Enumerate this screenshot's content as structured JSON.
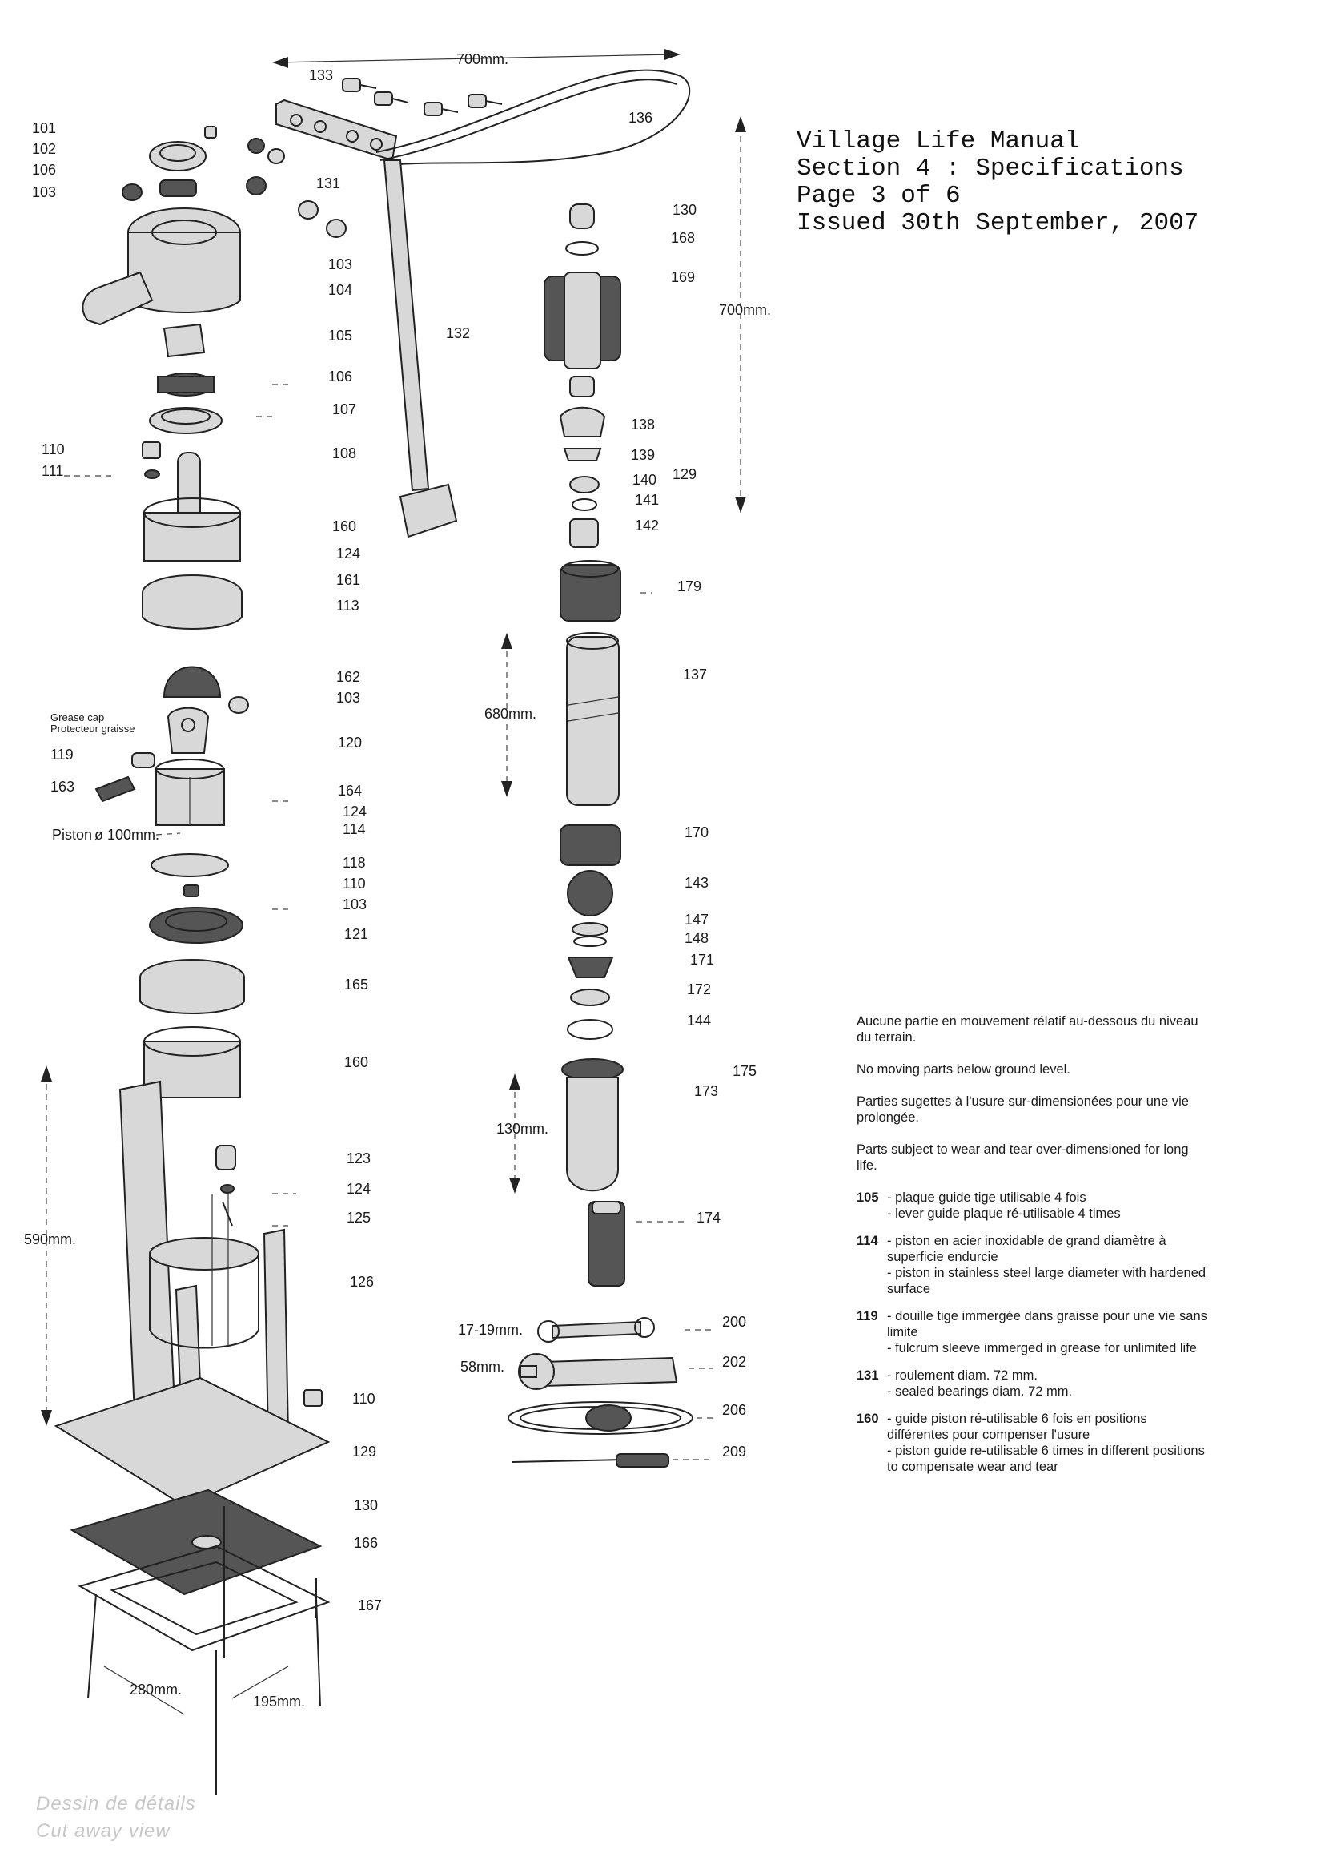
{
  "header": {
    "line1": "Village Life Manual",
    "line2": "Section 4 : Specifications",
    "line3": "Page 3 of 6",
    "line4": "Issued 30th September, 2007"
  },
  "dimensions": {
    "handle_length": "700mm.",
    "riser_length": "700mm.",
    "cylinder_length": "680mm.",
    "foot_valve_length": "130mm.",
    "stand_height": "590mm.",
    "base_width": "280mm.",
    "base_depth": "195mm.",
    "piston_label": "Piston",
    "piston_diameter": "ø 100mm.",
    "spanner_small": "17-19mm.",
    "spanner_large": "58mm."
  },
  "grease_cap": {
    "en": "Grease cap",
    "fr": "Protecteur graisse"
  },
  "part_labels": {
    "p101": "101",
    "p102": "102",
    "p106a": "106",
    "p103a": "103",
    "p133": "133",
    "p136": "136",
    "p131": "131",
    "p103b": "103",
    "p104": "104",
    "p105": "105",
    "p132": "132",
    "p106b": "106",
    "p107": "107",
    "p110a": "110",
    "p111": "111",
    "p108": "108",
    "p160a": "160",
    "p124a": "124",
    "p161": "161",
    "p113": "113",
    "p162": "162",
    "p103c": "103",
    "p119": "119",
    "p120": "120",
    "p163": "163",
    "p164": "164",
    "p124b": "124",
    "p114": "114",
    "p118": "118",
    "p110b": "110",
    "p103d": "103",
    "p121": "121",
    "p165": "165",
    "p160b": "160",
    "p123": "123",
    "p124c": "124",
    "p125": "125",
    "p126": "126",
    "p110c": "110",
    "p129a": "129",
    "p130a": "130",
    "p166": "166",
    "p167": "167",
    "p130b": "130",
    "p168": "168",
    "p169": "169",
    "p138": "138",
    "p139": "139",
    "p140": "140",
    "p141": "141",
    "p129b": "129",
    "p142": "142",
    "p179": "179",
    "p137": "137",
    "p170": "170",
    "p143": "143",
    "p147": "147",
    "p148": "148",
    "p171": "171",
    "p172": "172",
    "p144": "144",
    "p175": "175",
    "p173": "173",
    "p174": "174",
    "p200": "200",
    "p202": "202",
    "p206": "206",
    "p209": "209"
  },
  "notes": {
    "intro_fr": "Aucune partie en mouvement rélatif au-dessous du niveau du terrain.",
    "intro_en": "No moving parts below ground level.",
    "wear_fr": "Parties sugettes à l'usure sur-dimensionées pour une vie prolongée.",
    "wear_en": "Parts subject to wear and tear over-dimensioned for long life.",
    "items": [
      {
        "num": "105",
        "fr": "- plaque guide tige utilisable 4 fois",
        "en": "- lever guide plaque ré-utilisable 4 times"
      },
      {
        "num": "114",
        "fr": "- piston en acier inoxidable de grand diamètre à superficie endurcie",
        "en": "- piston in stainless steel large diameter with hardened surface"
      },
      {
        "num": "119",
        "fr": "- douille tige immergée dans graisse pour une vie sans limite",
        "en": "- fulcrum sleeve immerged in grease for unlimited life"
      },
      {
        "num": "131",
        "fr": "- roulement diam. 72 mm.",
        "en": "- sealed bearings diam. 72 mm."
      },
      {
        "num": "160",
        "fr": "- guide piston ré-utilisable 6 fois en positions différentes pour compenser l'usure",
        "en": "- piston guide re-utilisable 6 times in different positions to compensate wear and tear"
      }
    ]
  },
  "caption": {
    "fr": "Dessin de détails",
    "en": "Cut away view"
  }
}
